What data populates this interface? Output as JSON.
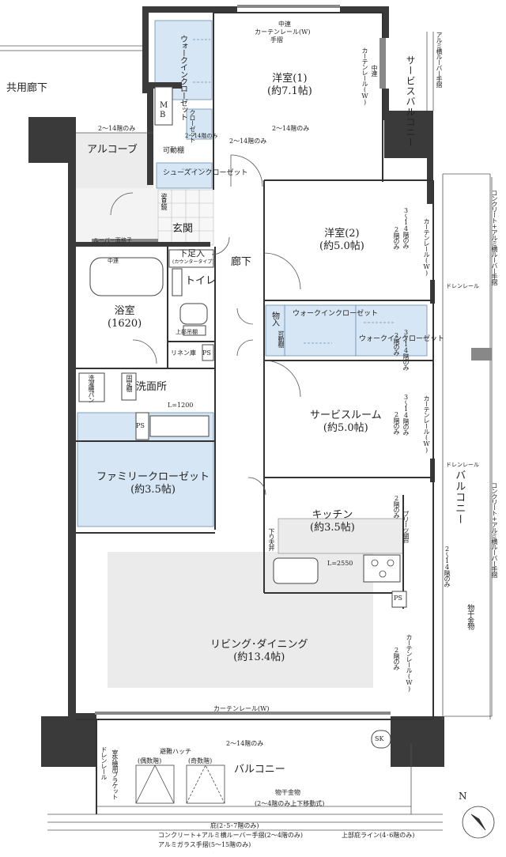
{
  "floorplan": {
    "colors": {
      "wall": "#3a3a3a",
      "storage_fill": "#d6e6f4",
      "tile_fill": "#e9e9e9",
      "balcony_fill": "#ffffff"
    },
    "rooms": {
      "western1": {
        "name": "洋室(1)",
        "size": "(約7.1帖)"
      },
      "western2": {
        "name": "洋室(2)",
        "size": "(約5.0帖)"
      },
      "service_room": {
        "name": "サービスルーム",
        "size": "(約5.0帖)"
      },
      "kitchen": {
        "name": "キッチン",
        "size": "(約3.5帖)"
      },
      "living": {
        "name": "リビング･ダイニング",
        "size": "(約13.4帖)"
      },
      "family_closet": {
        "name": "ファミリークローゼット",
        "size": "(約3.5帖)"
      },
      "bath": {
        "name": "浴室",
        "size": "(1620)"
      },
      "washroom": "洗面所",
      "toilet": "トイレ",
      "entrance": "玄関",
      "hallway": "廊下",
      "alcove": "アルコーブ",
      "common_corridor": "共用廊下",
      "balcony_right": "バルコニー",
      "balcony_bottom": "バルコニー",
      "service_balcony": "サービスバルコニー"
    },
    "storage": {
      "wic1": "ウォークインクローゼット",
      "closet_small": "クローゼット",
      "shoes_in": "シューズインクローゼット",
      "shelf": "可動棚",
      "wic2": "ウォークインクローゼット",
      "wic3": "ウォークインクローゼット",
      "storage_item": "物入",
      "storage_item_sub": "可動棚",
      "linen": "リネン庫",
      "ps1": "PS",
      "ps2": "PS",
      "ps3": "PS",
      "mb_top": "M",
      "mb_bottom": "B",
      "upper_cabinet": "上部吊棚",
      "fixed_shelf": "固定棚",
      "washer_pan": "洗濯機パン",
      "shitaashiire": "下足入",
      "shitaashiire_sub": "(カウンタータイプ)",
      "sk": "SK"
    },
    "labels": {
      "curtain_rail_top": "カーテンレール(W)",
      "chuuren_top": "中連",
      "handrail_top": "手摺",
      "curtain_rail_western1": "カーテンレール(W)",
      "chuuren_western1": "中連",
      "floors_2_14_left": "2～14階のみ",
      "floors_2_14_right": "2～14階のみ",
      "floors_2_14_alcove": "2～14階のみ",
      "floors_2_14_closet": "2～14階のみ",
      "louver_lattice": "ルーバー面格子",
      "chuuren_bath": "中連",
      "mirror": "姿見鏡",
      "rail_western2": "カーテンレール(W)",
      "floors_western2_a": "3～14階のみ",
      "floors_western2_b": "2階のみ",
      "drain_rail_1": "ドレンレール",
      "drain_rail_2": "ドレンレール",
      "rail_service": "カーテンレール(W)",
      "floors_service_a": "3～14階のみ",
      "floors_service_b": "2階のみ",
      "floors_wic3_a": "3～14階のみ",
      "floors_wic3_b": "2階のみ",
      "floors_kitchen": "2階のみ",
      "pleats_screen": "プリーツ網戸",
      "floors_balcony_right": "2～14階のみ",
      "drop_ceiling": "下り天井",
      "counter_length": "L=2550",
      "wash_length": "L=1200",
      "rail_living": "カーテンレール(W)",
      "floors_living": "2階のみ",
      "clothes_hanger_right": "物干金物",
      "curtain_rail_bottom": "カーテンレール(W)",
      "floors_bottom": "2～14階のみ",
      "evac_hatch": "避難ハッチ",
      "even_floors": "(偶数階)",
      "odd_floors": "(奇数階)",
      "clothes_hanger_bottom": "物干金物",
      "clothes_hanger_bottom_sub": "(2～4階のみ上下移動式)",
      "garden": "庇(2･5･7階のみ)",
      "rail_bottom_line1": "コンクリート+アルミ横ルーバー手摺(2～4階のみ)",
      "rail_bottom_line2": "アルミガラス手摺(5～15階のみ)",
      "upper_eaves": "上部庇ライン(4･6階のみ)",
      "aluminum_handrail_top": "アルミ横ルーバー手摺",
      "concrete_rail_right1": "コンクリート+アルミ横ルーバー手摺",
      "concrete_rail_right2": "コンクリート+アルミ横ルーバー手摺",
      "outdoor_bracket": "室外機用ブラケット",
      "drain_rail_bottom": "ドレンレール",
      "north": "N"
    }
  }
}
